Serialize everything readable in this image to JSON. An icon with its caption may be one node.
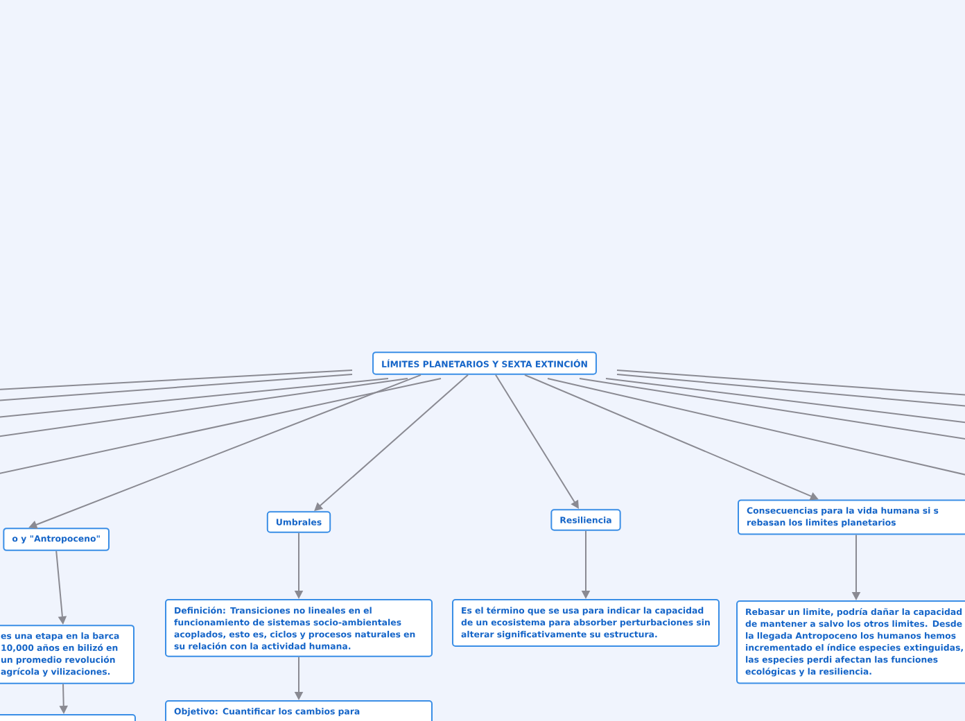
{
  "diagram": {
    "nodes": [
      {
        "text": [
          "LÍMITES PLANETARIOS Y SEXTA EXTINCIÓN"
        ]
      },
      {
        "text": [
          "o y \"Antropoceno\""
        ]
      },
      {
        "text": [
          "Umbrales"
        ]
      },
      {
        "text": [
          "Resiliencia"
        ]
      },
      {
        "text": [
          "Consecuencias para la vida humana si s rebasan los limites planetarios"
        ]
      },
      {
        "text": [
          "es una etapa en la barca 10,000 años en bilizó en un promedio revolución agrícola y vilizaciones."
        ]
      },
      {
        "text": [
          "Definición: Transiciones no lineales en el funcionamiento de sistemas socio-ambientales acoplados, esto es, ciclos y procesos naturales en su relación con la actividad humana."
        ]
      },
      {
        "text": [
          "Es el término que se usa para indicar la capacidad de un ecosistema para absorber perturbaciones sin alterar significativamente su estructura."
        ]
      },
      {
        "text": [
          "Rebasar un limite, podría dañar la capacidad de mantener a salvo los otros limites. Desde la llegada Antropoceno los humanos hemos incrementado el índice especies extinguidas, las especies perdi afectan las funciones ecológicas y la resiliencia."
        ]
      },
      {
        "text": [
          "Objetivo: Cuantificar los cambios para"
        ]
      },
      {
        "text": [],
        "shape": "box"
      }
    ],
    "edges": [
      {
        "from": 0,
        "to": 1,
        "arrow": "to"
      },
      {
        "from": 0,
        "to": 2,
        "arrow": "to"
      },
      {
        "from": 0,
        "to": 3,
        "arrow": "to"
      },
      {
        "from": 0,
        "to": 4,
        "arrow": "to"
      },
      {
        "from": 1,
        "to": 5,
        "arrow": "to"
      },
      {
        "from": 2,
        "to": 6,
        "arrow": "to"
      },
      {
        "from": 3,
        "to": 7,
        "arrow": "to"
      },
      {
        "from": 4,
        "to": 8,
        "arrow": "to"
      },
      {
        "from": 6,
        "to": 9,
        "arrow": "to"
      },
      {
        "from": 5,
        "to": 10,
        "arrow": "to"
      },
      {
        "from": 0,
        "to": null,
        "arrow": "none"
      },
      {
        "from": 0,
        "to": null,
        "arrow": "none"
      },
      {
        "from": 0,
        "to": null,
        "arrow": "none"
      },
      {
        "from": 0,
        "to": null,
        "arrow": "none"
      },
      {
        "from": 0,
        "to": null,
        "arrow": "none"
      },
      {
        "from": 0,
        "to": null,
        "arrow": "none"
      },
      {
        "from": 0,
        "to": null,
        "arrow": "none"
      },
      {
        "from": 0,
        "to": null,
        "arrow": "none"
      },
      {
        "from": 0,
        "to": null,
        "arrow": "none"
      },
      {
        "from": 0,
        "to": null,
        "arrow": "none"
      }
    ]
  }
}
